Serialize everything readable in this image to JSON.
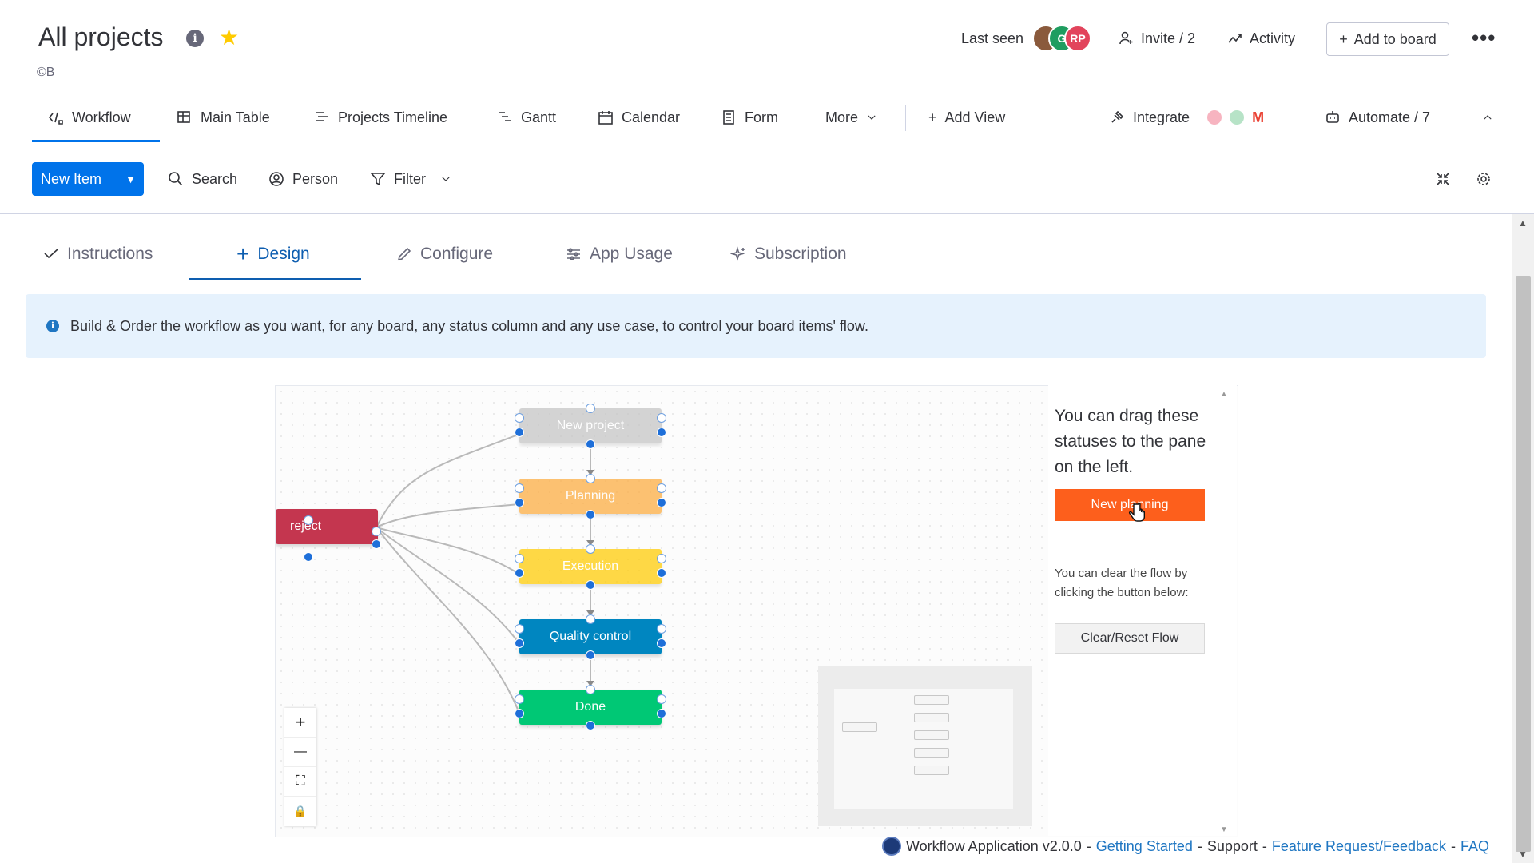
{
  "header": {
    "title": "All projects",
    "workspace_tag": "©B",
    "last_seen_label": "Last seen",
    "avatars": [
      {
        "initials": "",
        "color": "#8a5a3c"
      },
      {
        "initials": "G",
        "color": "#1f9d60"
      },
      {
        "initials": "RP",
        "color": "#e2445c"
      }
    ],
    "invite_label": "Invite / 2",
    "activity_label": "Activity",
    "add_to_board_label": "Add to board",
    "more_label": "•••"
  },
  "views": {
    "tabs": [
      {
        "label": "Workflow",
        "icon": "workflow-icon"
      },
      {
        "label": "Main Table",
        "icon": "table-icon"
      },
      {
        "label": "Projects Timeline",
        "icon": "timeline-icon"
      },
      {
        "label": "Gantt",
        "icon": "gantt-icon"
      },
      {
        "label": "Calendar",
        "icon": "calendar-icon"
      },
      {
        "label": "Form",
        "icon": "form-icon"
      }
    ],
    "more_label": "More",
    "add_view_label": "Add View",
    "integrate_label": "Integrate",
    "automate_label": "Automate / 7"
  },
  "toolbar": {
    "new_item_label": "New Item",
    "search_label": "Search",
    "person_label": "Person",
    "filter_label": "Filter"
  },
  "app": {
    "tabs": [
      {
        "label": "Instructions",
        "icon": "check-icon"
      },
      {
        "label": "Design",
        "icon": "plus-icon"
      },
      {
        "label": "Configure",
        "icon": "pencil-icon"
      },
      {
        "label": "App Usage",
        "icon": "sliders-icon"
      },
      {
        "label": "Subscription",
        "icon": "sparkle-icon"
      }
    ],
    "active_tab": "Design",
    "banner": "Build & Order the workflow as you want, for any board, any status column and any use case, to control your board items' flow."
  },
  "flow": {
    "nodes": [
      {
        "label": "New project",
        "color": "#c4c4c4"
      },
      {
        "label": "Planning",
        "color": "#fdab3d"
      },
      {
        "label": "Execution",
        "color": "#ffcb00"
      },
      {
        "label": "Quality control",
        "color": "#0086c0"
      },
      {
        "label": "Done",
        "color": "#00c875"
      }
    ],
    "reject": {
      "label": "reject",
      "color": "#c4364f"
    }
  },
  "side_panel": {
    "drag_hint": "You can drag these statuses to the pane on the left.",
    "draggable_status": {
      "label": "New planning",
      "color": "#fd5f1c"
    },
    "clear_hint": "You can clear the flow by clicking the button below:",
    "clear_button": "Clear/Reset Flow"
  },
  "controls": {
    "zoom_in": "+",
    "zoom_out": "—",
    "fit": "⛶",
    "lock": "🔒"
  },
  "footer": {
    "app_version": "Workflow Application v2.0.0",
    "getting_started": "Getting Started",
    "support": "Support",
    "feature_request": "Feature Request/Feedback",
    "faq": "FAQ",
    "sep": "-"
  }
}
